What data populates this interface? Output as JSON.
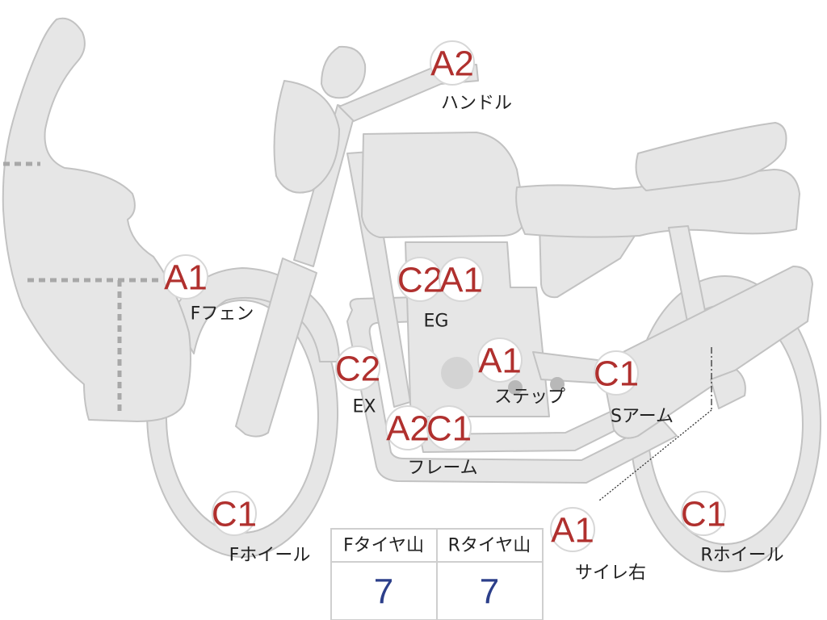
{
  "colors": {
    "part_fill": "#e6e6e6",
    "part_stroke": "#c2c2c2",
    "badge_text": "#b0302e",
    "badge_stroke": "#d7d7d7",
    "value_text": "#2c3f8a",
    "table_border": "#cfcfcf"
  },
  "badges": {
    "handle": {
      "grade": "A2",
      "label": "ハンドル"
    },
    "f_fender": {
      "grade": "A1",
      "label": "Fフェン"
    },
    "eg": {
      "grade_1": "C2",
      "grade_2": "A1",
      "label": "EG"
    },
    "ex": {
      "grade": "C2",
      "label": "EX"
    },
    "step": {
      "grade": "A1",
      "label": "ステップ"
    },
    "s_arm": {
      "grade": "C1",
      "label": "Sアーム"
    },
    "frame": {
      "grade_1": "A2",
      "grade_2": "C1",
      "label": "フレーム"
    },
    "f_wheel": {
      "grade": "C1",
      "label": "Fホイール"
    },
    "muffler_right": {
      "grade": "A1",
      "label": "サイレ右"
    },
    "r_wheel": {
      "grade": "C1",
      "label": "Rホイール"
    }
  },
  "tire_table": {
    "headers": [
      "Fタイヤ山",
      "Rタイヤ山"
    ],
    "values": [
      "7",
      "7"
    ]
  }
}
